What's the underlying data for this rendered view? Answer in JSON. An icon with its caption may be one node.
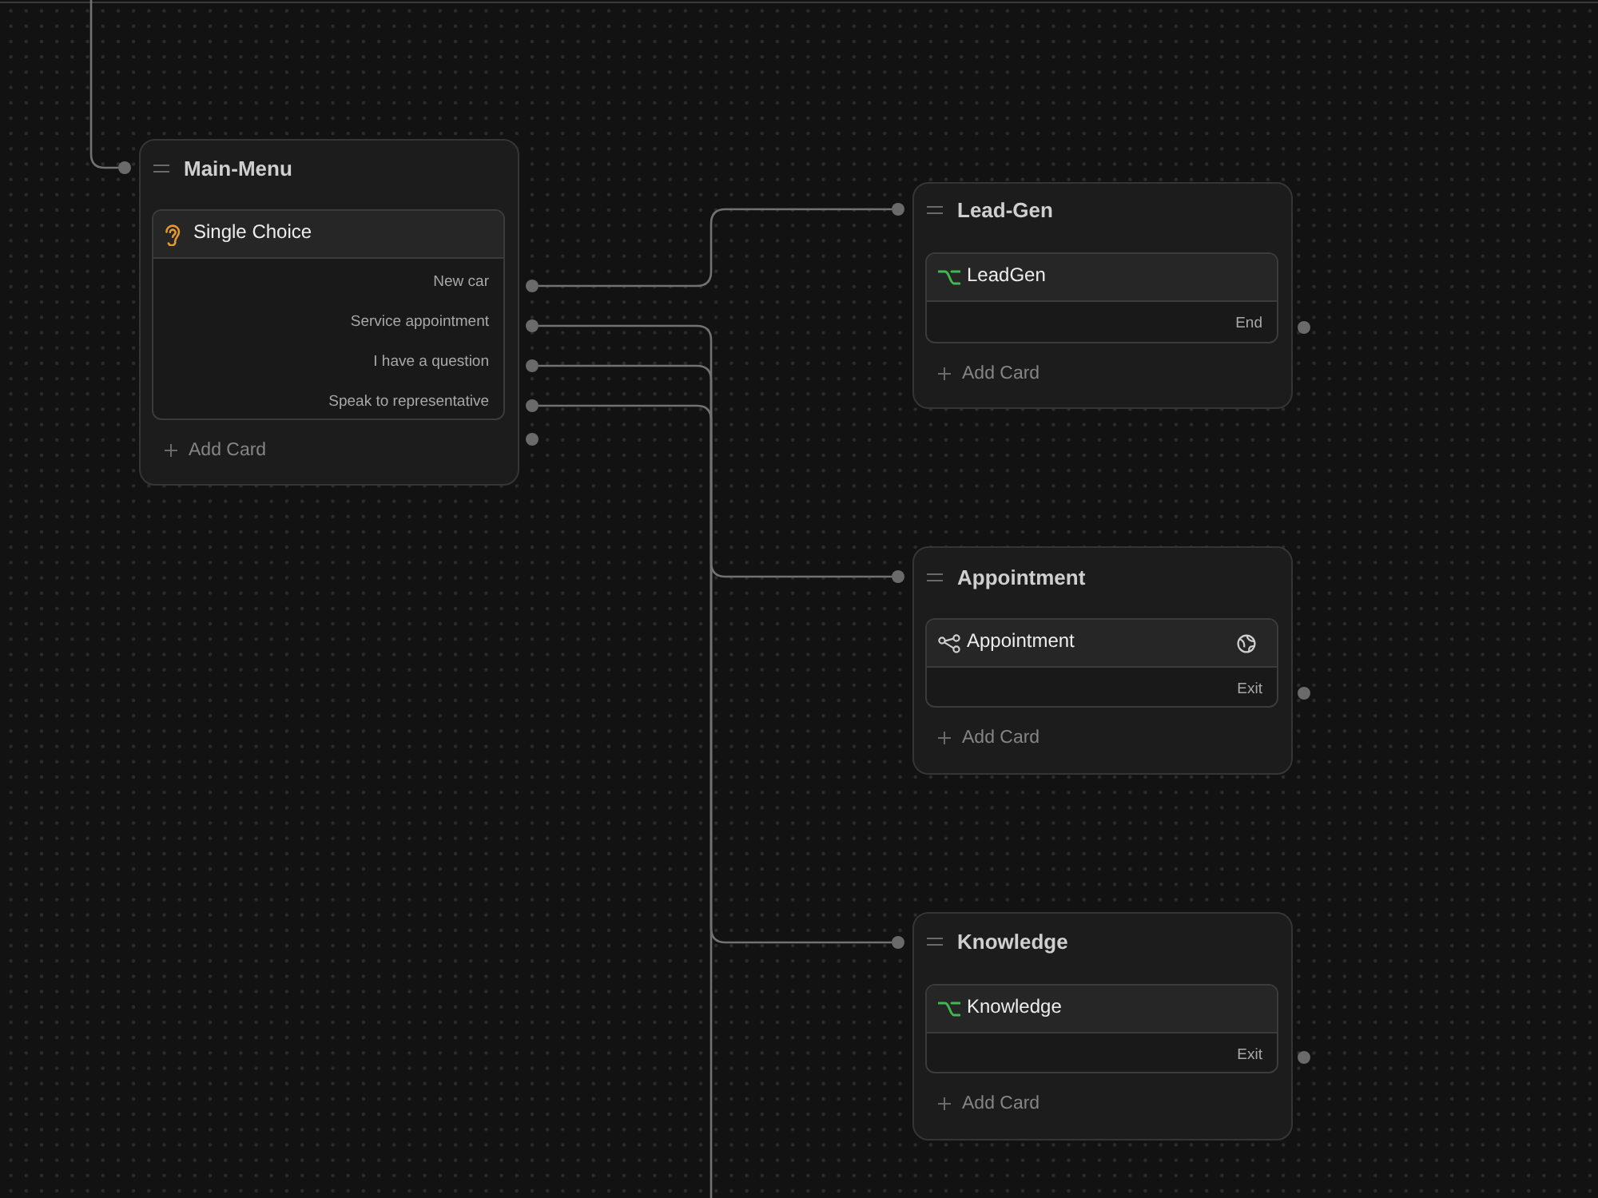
{
  "diagram": {
    "nodes": [
      {
        "text": [
          "Main-Menu",
          "Add Card"
        ]
      },
      {
        "text": [
          "Single Choice",
          "New car",
          "Service appointment",
          "I have a question",
          "Speak to representative"
        ],
        "in": 0
      },
      {
        "text": [],
        "shape": "circle"
      },
      {
        "text": [],
        "shape": "circle"
      },
      {
        "text": [],
        "shape": "circle"
      },
      {
        "text": [],
        "shape": "circle"
      },
      {
        "text": [],
        "shape": "circle"
      },
      {
        "text": [],
        "shape": "circle"
      },
      {
        "text": [
          "Lead-Gen",
          "Add Card"
        ]
      },
      {
        "text": [
          "LeadGen",
          "End"
        ],
        "in": 8
      },
      {
        "text": [],
        "shape": "circle"
      },
      {
        "text": [],
        "shape": "circle"
      },
      {
        "text": [
          "Appointment",
          "Add Card"
        ]
      },
      {
        "text": [
          "Appointment",
          "Exit"
        ],
        "in": 12
      },
      {
        "text": [],
        "shape": "circle"
      },
      {
        "text": [],
        "shape": "circle"
      },
      {
        "text": [
          "Knowledge",
          "Add Card"
        ]
      },
      {
        "text": [
          "Knowledge",
          "Exit"
        ],
        "in": 16
      },
      {
        "text": [],
        "shape": "circle"
      },
      {
        "text": [],
        "shape": "circle"
      }
    ],
    "edges": [
      {
        "from": null,
        "to": 2,
        "arrow": "none"
      },
      {
        "from": 3,
        "to": 10,
        "arrow": "none"
      },
      {
        "from": 4,
        "to": 14,
        "arrow": "none"
      },
      {
        "from": 5,
        "to": 18,
        "arrow": "none"
      },
      {
        "from": 6,
        "to": null,
        "arrow": "none"
      }
    ]
  }
}
